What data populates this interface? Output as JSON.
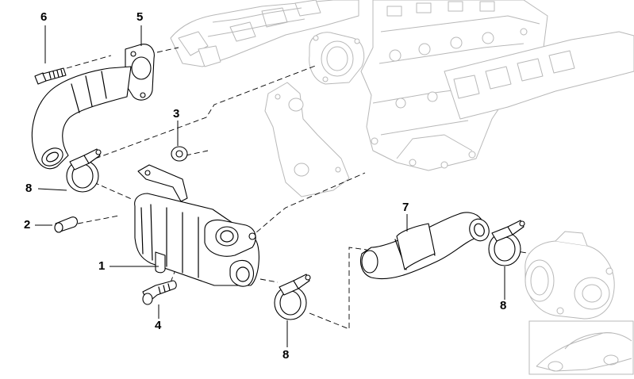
{
  "callouts": [
    {
      "id": "c1",
      "label": "1"
    },
    {
      "id": "c2",
      "label": "2"
    },
    {
      "id": "c3",
      "label": "3"
    },
    {
      "id": "c4",
      "label": "4"
    },
    {
      "id": "c5",
      "label": "5"
    },
    {
      "id": "c6",
      "label": "6"
    },
    {
      "id": "c7",
      "label": "7"
    },
    {
      "id": "c8a",
      "label": "8"
    },
    {
      "id": "c8b",
      "label": "8"
    },
    {
      "id": "c8c",
      "label": "8"
    }
  ]
}
